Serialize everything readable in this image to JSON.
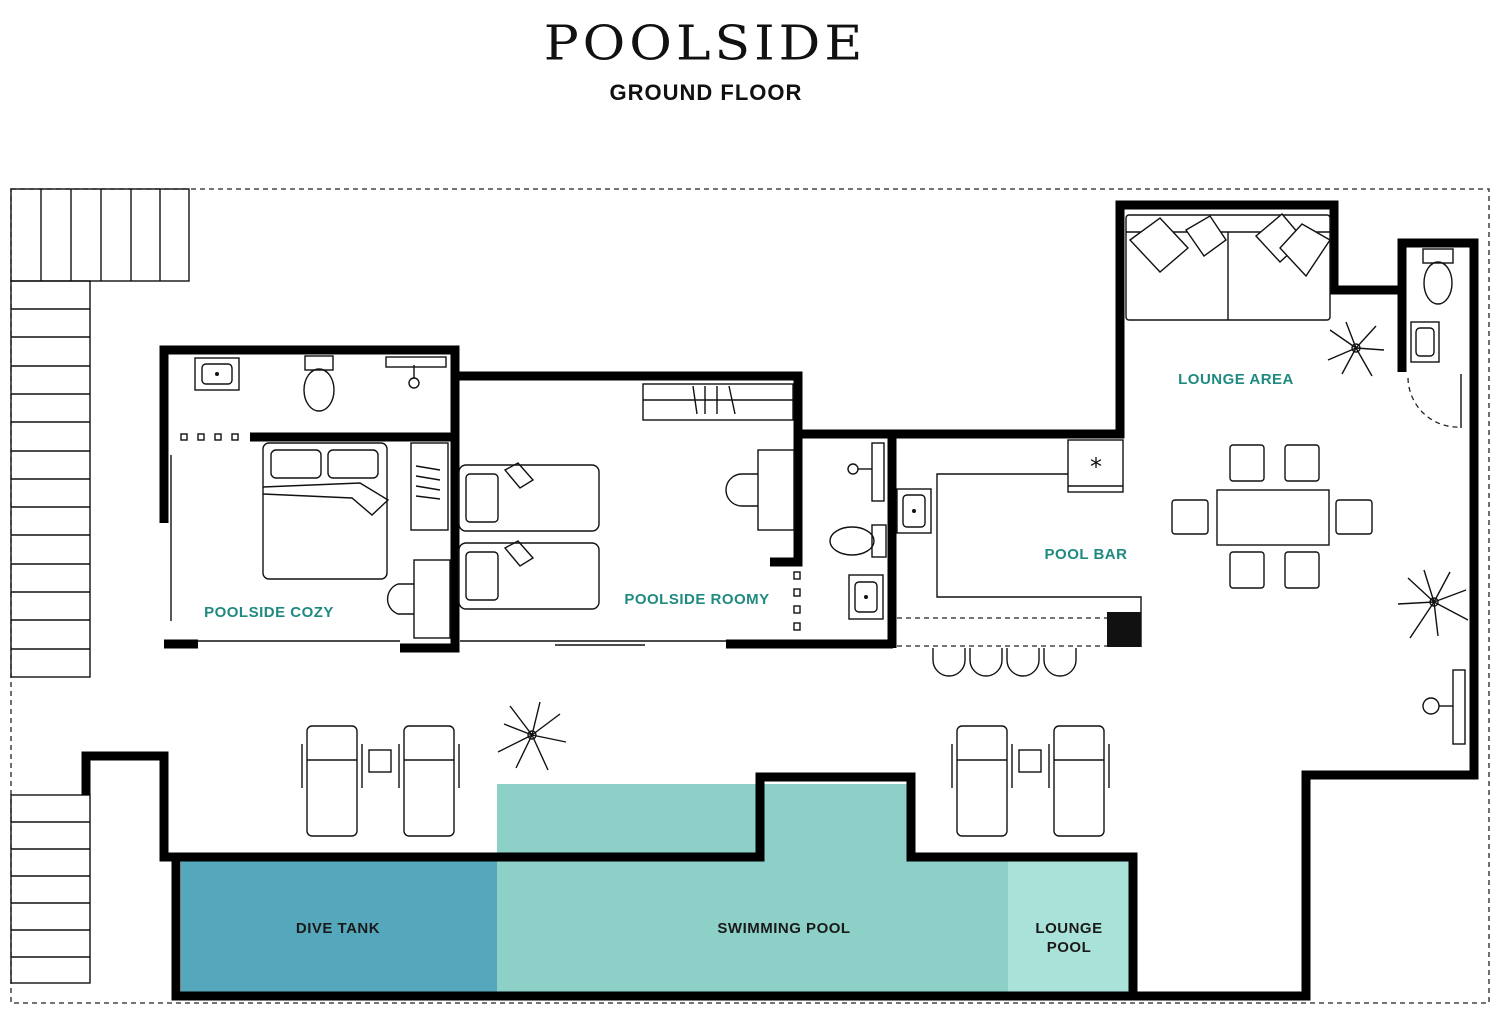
{
  "header": {
    "brand": "POOLSIDE",
    "floor": "GROUND FLOOR"
  },
  "rooms": {
    "poolside_cozy": "POOLSIDE COZY",
    "poolside_roomy": "POOLSIDE ROOMY",
    "pool_bar": "POOL BAR",
    "lounge_area": "LOUNGE AREA"
  },
  "pools": {
    "dive_tank": "DIVE TANK",
    "swimming_pool": "SWIMMING POOL",
    "lounge_pool_line1": "LOUNGE",
    "lounge_pool_line2": "POOL"
  },
  "colors": {
    "label_teal": "#1f8a80",
    "dive_tank": "#55a8bc",
    "swimming_pool": "#8dd0c7",
    "lounge_pool": "#a9e2d8",
    "walls": "#000000"
  }
}
